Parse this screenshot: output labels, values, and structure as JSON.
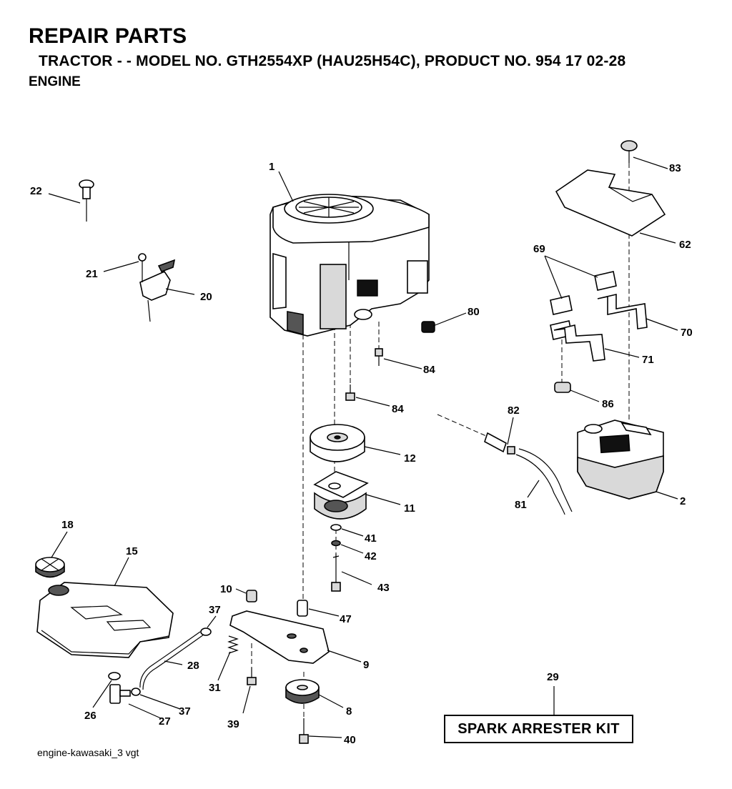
{
  "header": {
    "title": "REPAIR PARTS",
    "subtitle": "TRACTOR - - MODEL NO. GTH2554XP (HAU25H54C), PRODUCT NO. 954 17 02-28",
    "section": "ENGINE"
  },
  "footer": {
    "drawing_id": "engine-kawasaki_3 vgt"
  },
  "kit": {
    "label": "SPARK ARRESTER KIT"
  },
  "callouts": {
    "p1": "1",
    "p2": "2",
    "p8": "8",
    "p9": "9",
    "p10": "10",
    "p11": "11",
    "p12": "12",
    "p15": "15",
    "p18": "18",
    "p20": "20",
    "p21": "21",
    "p22": "22",
    "p26": "26",
    "p27": "27",
    "p28": "28",
    "p29": "29",
    "p31": "31",
    "p37a": "37",
    "p37b": "37",
    "p39": "39",
    "p40": "40",
    "p41": "41",
    "p42": "42",
    "p43": "43",
    "p47": "47",
    "p62": "62",
    "p69": "69",
    "p70": "70",
    "p71": "71",
    "p80": "80",
    "p81": "81",
    "p82": "82",
    "p83": "83",
    "p84a": "84",
    "p84b": "84",
    "p86": "86"
  }
}
